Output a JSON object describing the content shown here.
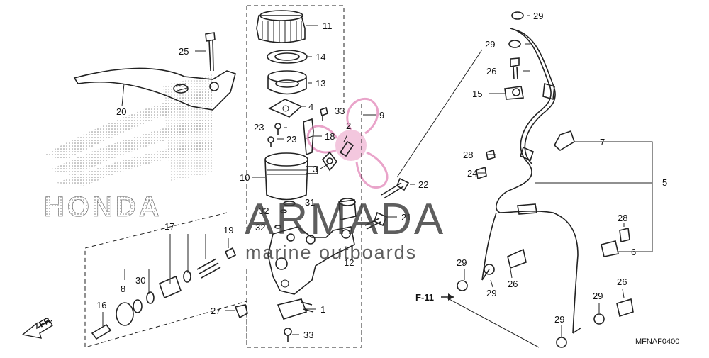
{
  "diagram": {
    "code": "MFNAF0400",
    "direction_label": "FR.",
    "ref_label": "F-11"
  },
  "watermark": {
    "brand": "ARMADA",
    "tagline": "marine outboards",
    "background_text": "HONDA"
  },
  "callouts": [
    {
      "id": "p11",
      "num": "11"
    },
    {
      "id": "p14",
      "num": "14"
    },
    {
      "id": "p13",
      "num": "13"
    },
    {
      "id": "p4",
      "num": "4"
    },
    {
      "id": "p33a",
      "num": "33"
    },
    {
      "id": "p9",
      "num": "9"
    },
    {
      "id": "p2",
      "num": "2"
    },
    {
      "id": "p23a",
      "num": "23"
    },
    {
      "id": "p23b",
      "num": "23"
    },
    {
      "id": "p18",
      "num": "18"
    },
    {
      "id": "p3",
      "num": "3"
    },
    {
      "id": "p10",
      "num": "10"
    },
    {
      "id": "p22",
      "num": "22"
    },
    {
      "id": "p31",
      "num": "31"
    },
    {
      "id": "p32a",
      "num": "32"
    },
    {
      "id": "p32b",
      "num": "32"
    },
    {
      "id": "p21",
      "num": "21"
    },
    {
      "id": "p12",
      "num": "12"
    },
    {
      "id": "p1",
      "num": "1"
    },
    {
      "id": "p33b",
      "num": "33"
    },
    {
      "id": "p27",
      "num": "27"
    },
    {
      "id": "p25",
      "num": "25"
    },
    {
      "id": "p20",
      "num": "20"
    },
    {
      "id": "p17",
      "num": "17"
    },
    {
      "id": "p19",
      "num": "19"
    },
    {
      "id": "p8",
      "num": "8"
    },
    {
      "id": "p30",
      "num": "30"
    },
    {
      "id": "p16",
      "num": "16"
    },
    {
      "id": "p29a",
      "num": "29"
    },
    {
      "id": "p29b",
      "num": "29"
    },
    {
      "id": "p26a",
      "num": "26"
    },
    {
      "id": "p15",
      "num": "15"
    },
    {
      "id": "p7",
      "num": "7"
    },
    {
      "id": "p28a",
      "num": "28"
    },
    {
      "id": "p24",
      "num": "24"
    },
    {
      "id": "p5",
      "num": "5"
    },
    {
      "id": "p28b",
      "num": "28"
    },
    {
      "id": "p6",
      "num": "6"
    },
    {
      "id": "p29c",
      "num": "29"
    },
    {
      "id": "p26b",
      "num": "26"
    },
    {
      "id": "p29d",
      "num": "29"
    },
    {
      "id": "p26c",
      "num": "26"
    },
    {
      "id": "p29e",
      "num": "29"
    },
    {
      "id": "p29f",
      "num": "29"
    }
  ]
}
